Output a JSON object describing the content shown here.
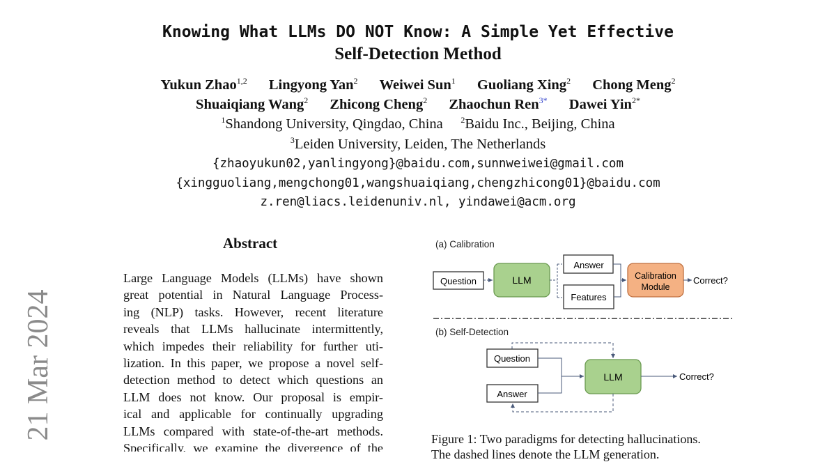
{
  "title": {
    "line1": "Knowing What LLMs DO NOT Know: A Simple Yet Effective",
    "line2": "Self-Detection Method"
  },
  "authors": [
    {
      "name": "Yukun Zhao",
      "sup": "1,2"
    },
    {
      "name": "Lingyong Yan",
      "sup": "2"
    },
    {
      "name": "Weiwei Sun",
      "sup": "1"
    },
    {
      "name": "Guoliang Xing",
      "sup": "2"
    },
    {
      "name": "Chong Meng",
      "sup": "2"
    },
    {
      "name": "Shuaiqiang Wang",
      "sup": "2"
    },
    {
      "name": "Zhicong Cheng",
      "sup": "2"
    },
    {
      "name": "Zhaochun Ren",
      "sup": "3*"
    },
    {
      "name": "Dawei Yin",
      "sup": "2*"
    }
  ],
  "affiliations": [
    {
      "sup": "1",
      "text": "Shandong University, Qingdao, China"
    },
    {
      "sup": "2",
      "text": "Baidu Inc., Beijing, China"
    },
    {
      "sup": "3",
      "text": "Leiden University, Leiden, The Netherlands"
    }
  ],
  "emails": [
    "{zhaoyukun02,yanlingyong}@baidu.com,sunnweiwei@gmail.com",
    "{xingguoliang,mengchong01,wangshuaiqiang,chengzhicong01}@baidu.com",
    "z.ren@liacs.leidenuniv.nl, yindawei@acm.org"
  ],
  "arxiv_stamp": "21 Mar 2024",
  "abstract": {
    "heading": "Abstract",
    "lines": [
      "Large Language Models (LLMs) have shown",
      "great potential in Natural Language Process-",
      "ing (NLP) tasks.  However, recent literature",
      "reveals that LLMs hallucinate intermittently,",
      "which impedes their reliability for further uti-",
      "lization. In this paper, we propose a novel self-",
      "detection method to detect which questions an",
      "LLM does not know.  Our proposal is empir-",
      "ical and applicable for continually upgrading",
      "LLMs compared with state-of-the-art methods.",
      "Specifically, we examine the divergence of the"
    ]
  },
  "figure": {
    "a_label": "(a) Calibration",
    "b_label": "(b) Self-Detection",
    "question": "Question",
    "llm": "LLM",
    "answer": "Answer",
    "features": "Features",
    "calibration_line1": "Calibration",
    "calibration_line2": "Module",
    "correct": "Correct?",
    "colors": {
      "llm_fill": "#a9d18e",
      "llm_stroke": "#6a9a50",
      "calib_fill": "#f4b183",
      "calib_stroke": "#c07040",
      "arrow": "#4a5a7a"
    },
    "caption_line1": "Figure 1: Two paradigms for detecting hallucinations.",
    "caption_line2": "The dashed lines denote the LLM generation."
  }
}
